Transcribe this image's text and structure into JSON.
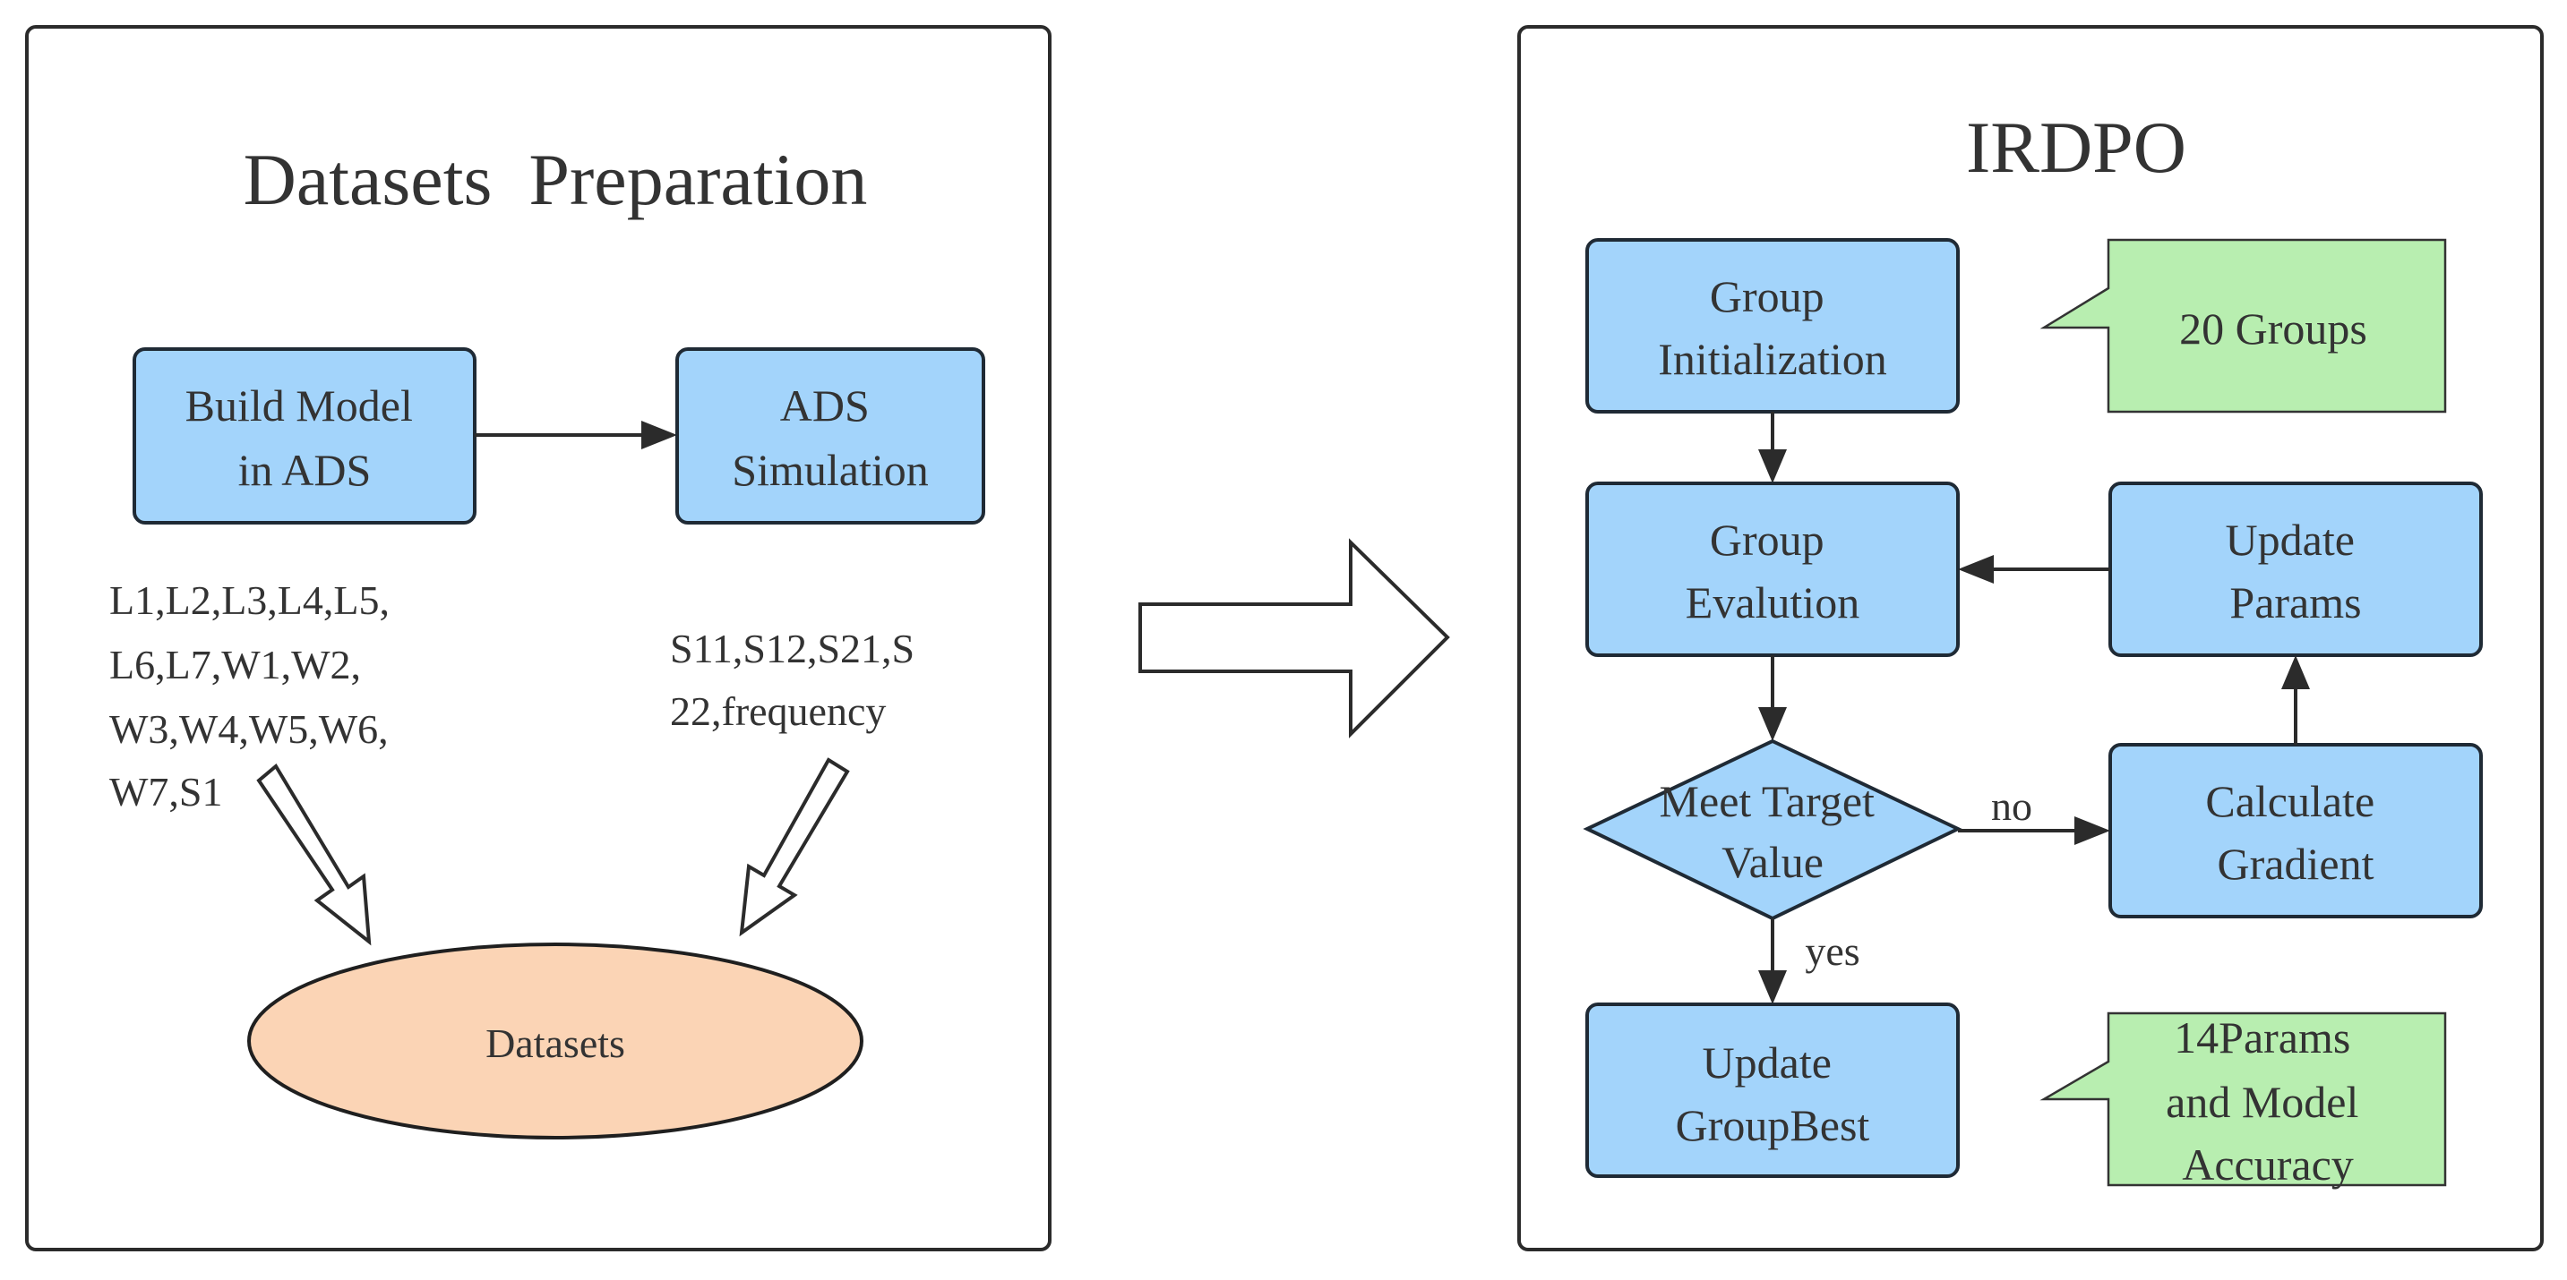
{
  "left_panel": {
    "title": "Datasets  Preparation",
    "build_model": [
      "Build Model",
      "in ADS"
    ],
    "ads_simulation": [
      "ADS",
      "Simulation"
    ],
    "params_text": [
      "L1,L2,L3,L4,L5,",
      "L6,L7,W1,W2,",
      "W3,W4,W5,W6,",
      "W7,S1"
    ],
    "sparams_text": [
      "S11,S12,S21,S",
      "22,frequency"
    ],
    "datasets": "Datasets"
  },
  "right_panel": {
    "title": "IRDPO",
    "group_init": [
      "Group",
      "Initialization"
    ],
    "group_eval": [
      "Group",
      "Evalution"
    ],
    "meet_target": [
      "Meet Target",
      "Value"
    ],
    "update_groupbest": [
      "Update",
      "GroupBest"
    ],
    "update_params": [
      "Update",
      "Params"
    ],
    "calc_gradient": [
      "Calculate",
      "Gradient"
    ],
    "note_groups": "20 Groups",
    "note_accuracy": [
      "14Params",
      "and Model",
      "Accuracy"
    ],
    "label_no": "no",
    "label_yes": "yes"
  },
  "colors": {
    "process_fill": "#a3d4fb",
    "note_fill": "#b8eeb0",
    "dataset_fill": "#fbd4b5",
    "stroke": "#2b2b2b"
  }
}
